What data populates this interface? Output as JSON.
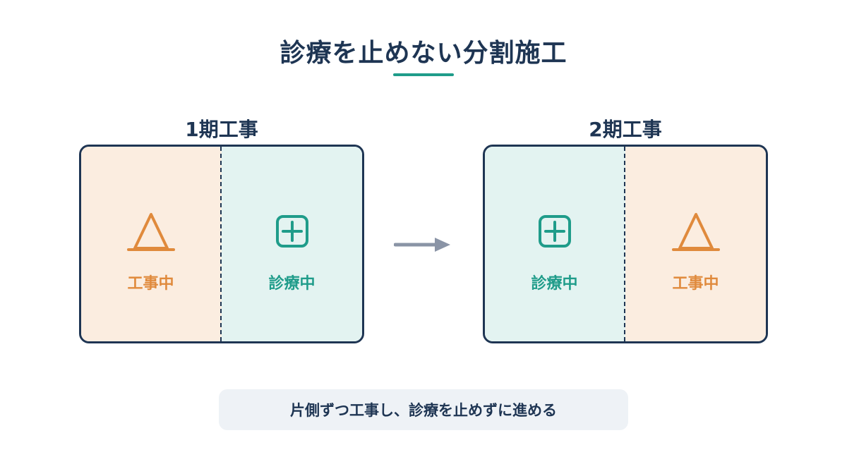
{
  "title": "診療を止めない分割施工",
  "phases": [
    {
      "title": "1期工事",
      "left": {
        "label": "工事中",
        "icon": "construction-cone-icon"
      },
      "right": {
        "label": "診療中",
        "icon": "medical-cross-icon"
      }
    },
    {
      "title": "2期工事",
      "left": {
        "label": "診療中",
        "icon": "medical-cross-icon"
      },
      "right": {
        "label": "工事中",
        "icon": "construction-cone-icon"
      }
    }
  ],
  "arrow_icon": "arrow-right-icon",
  "caption": "片側ずつ工事し、診療を止めずに進める",
  "colors": {
    "navy": "#1e3553",
    "teal": "#1f9c8a",
    "orange": "#e08a3c",
    "construction_bg": "#fbede0",
    "medical_bg": "#e3f3f1",
    "caption_bg": "#eef2f6",
    "arrow_gray": "#8a94a6"
  }
}
